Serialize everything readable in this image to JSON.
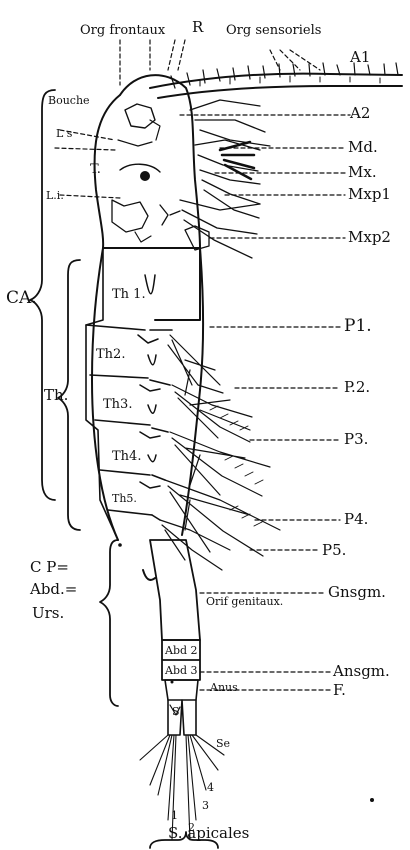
{
  "figure": {
    "top_labels": {
      "org_frontaux": "Org frontaux",
      "r": "R",
      "org_sensoriels": "Org sensoriels",
      "a1": "A1"
    },
    "left_labels": {
      "bouche": "Bouche",
      "ls": "L s",
      "t": "T.",
      "li": "L.i.",
      "ca": "CA.",
      "th": "Th.",
      "cp": "C P=",
      "abd": "Abd.=",
      "urs": "Urs."
    },
    "segments": [
      "Th 1.",
      "Th2.",
      "Th3.",
      "Th4.",
      "Th5.",
      "Abd 2",
      "Abd 3",
      "S",
      "Se"
    ],
    "right_labels": [
      "A2",
      "Md.",
      "Mx.",
      "Mxp1",
      "Mxp2",
      "P1.",
      "P.2.",
      "P3.",
      "P4.",
      "P5.",
      "Gnsgm.",
      "Ansgm.",
      "F."
    ],
    "inner_labels": {
      "orif_genitaux": "Orif genitaux.",
      "anus": "Anus"
    },
    "setae_numbers": [
      "4",
      "1",
      "2",
      "3"
    ],
    "bottom_label": "S. apicales"
  }
}
